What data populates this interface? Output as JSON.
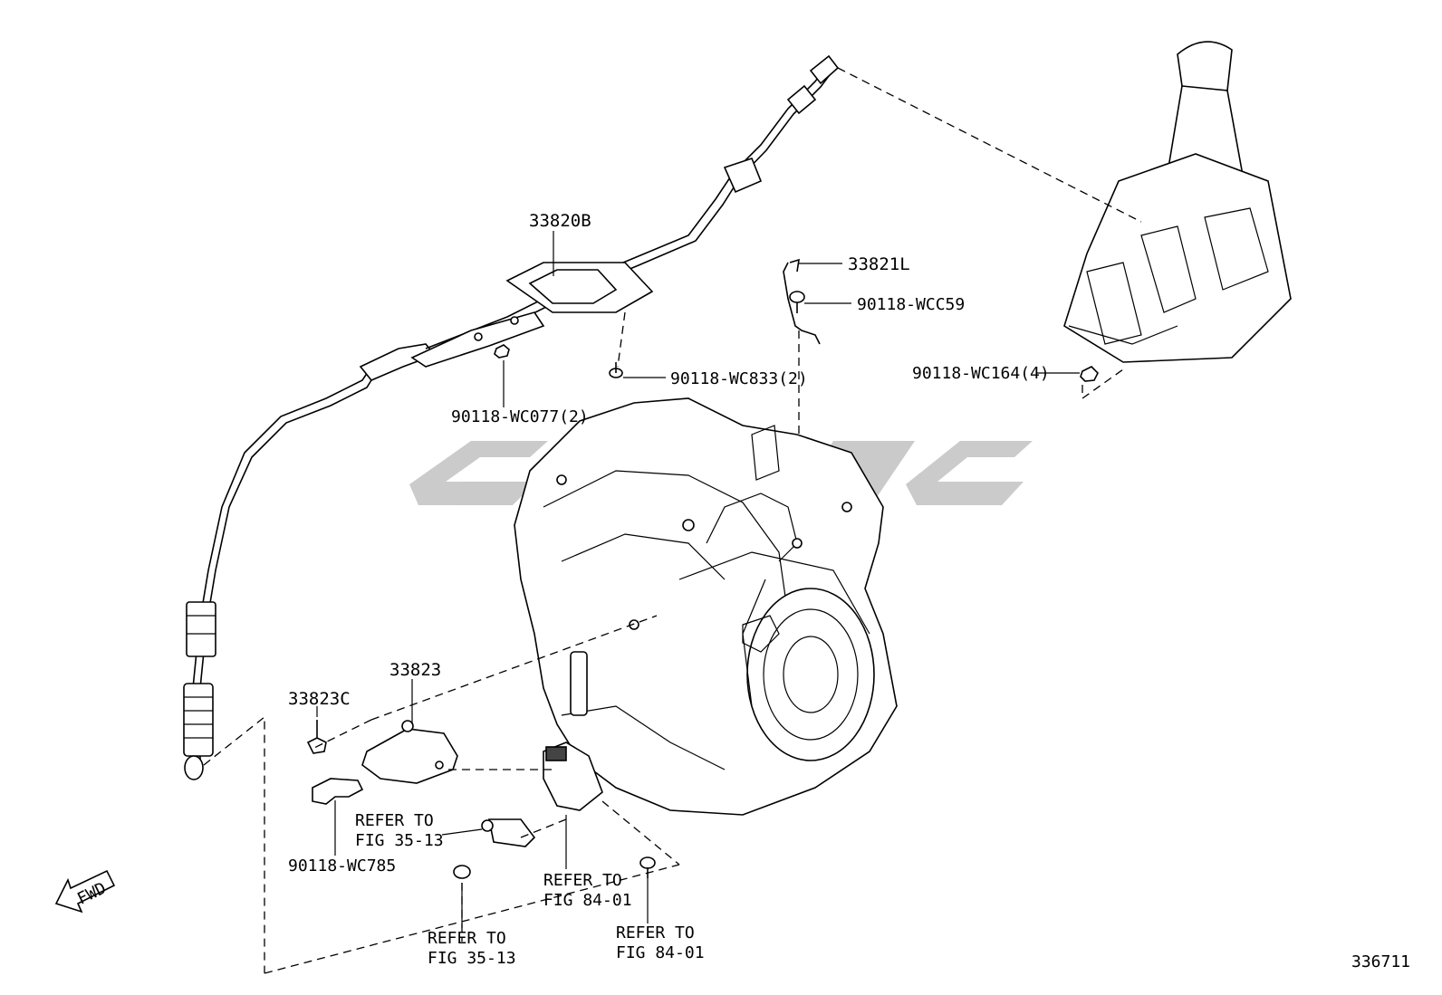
{
  "labels": {
    "p33820b": "33820B",
    "p33821l": "33821L",
    "p90118_wcc59": "90118-WCC59",
    "p90118_wc833": "90118-WC833(2)",
    "p90118_wc077": "90118-WC077(2)",
    "p90118_wc164": "90118-WC164(4)",
    "p33823c": "33823C",
    "p33823": "33823",
    "p90118_wc785": "90118-WC785",
    "refer_fig35_13_a": [
      "REFER TO",
      "FIG 35-13"
    ],
    "refer_fig35_13_b": [
      "REFER TO",
      "FIG 35-13"
    ],
    "refer_fig84_01_a": [
      "REFER TO",
      "FIG 84-01"
    ],
    "refer_fig84_01_b": [
      "REFER TO",
      "FIG 84-01"
    ],
    "fwd": "FWD",
    "figure_number": "336711"
  },
  "colors": {
    "line": "#000000",
    "watermark": "#c8c8c8",
    "background": "#ffffff"
  }
}
